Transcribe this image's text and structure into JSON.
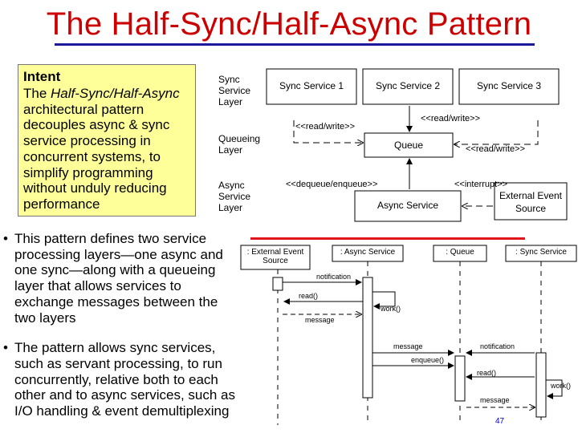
{
  "title": "The Half-Sync/Half-Async Pattern",
  "intent": {
    "heading": "Intent",
    "pattern_name": "The Half-Sync/Half-Async",
    "text_rest": "architectural pattern decouples async & sync service processing in concurrent systems, to simplify programming without unduly reducing performance"
  },
  "bullets": [
    "This pattern defines two service processing layers—one async and one sync—along with a queueing layer that allows services to exchange messages between the two layers",
    "The pattern allows sync services, such as servant processing, to run concurrently, relative both to each other and to async services, such as I/O handling & event demultiplexing"
  ],
  "layers": [
    "Sync Service Layer",
    "Queueing Layer",
    "Async Service Layer"
  ],
  "architecture": {
    "sync_services": [
      "Sync Service 1",
      "Sync Service 2",
      "Sync Service 3"
    ],
    "queue": "Queue",
    "async_service": "Async Service",
    "external_source": "External Event Source",
    "stereotypes": {
      "read_write_left": "<<read/write>>",
      "read_write_top": "<<read/write>>",
      "read_write_right": "<<read/write>>",
      "dequeue_enqueue": "<<dequeue/enqueue>>",
      "interrupt": "<<interrupt>>"
    }
  },
  "sequence": {
    "objects": [
      ": External Event Source",
      ": Async Service",
      ": Queue",
      ": Sync Service"
    ],
    "messages": [
      "notification",
      "read()",
      "work()",
      "message",
      "message",
      "notification",
      "enqueue()",
      "read()",
      "work()",
      "message"
    ]
  },
  "page_number": "47",
  "colors": {
    "title": "#cc0000",
    "intent_bg": "#ffff99",
    "title_rule": "#1a1a9a",
    "red_rule": "#e0141a"
  }
}
